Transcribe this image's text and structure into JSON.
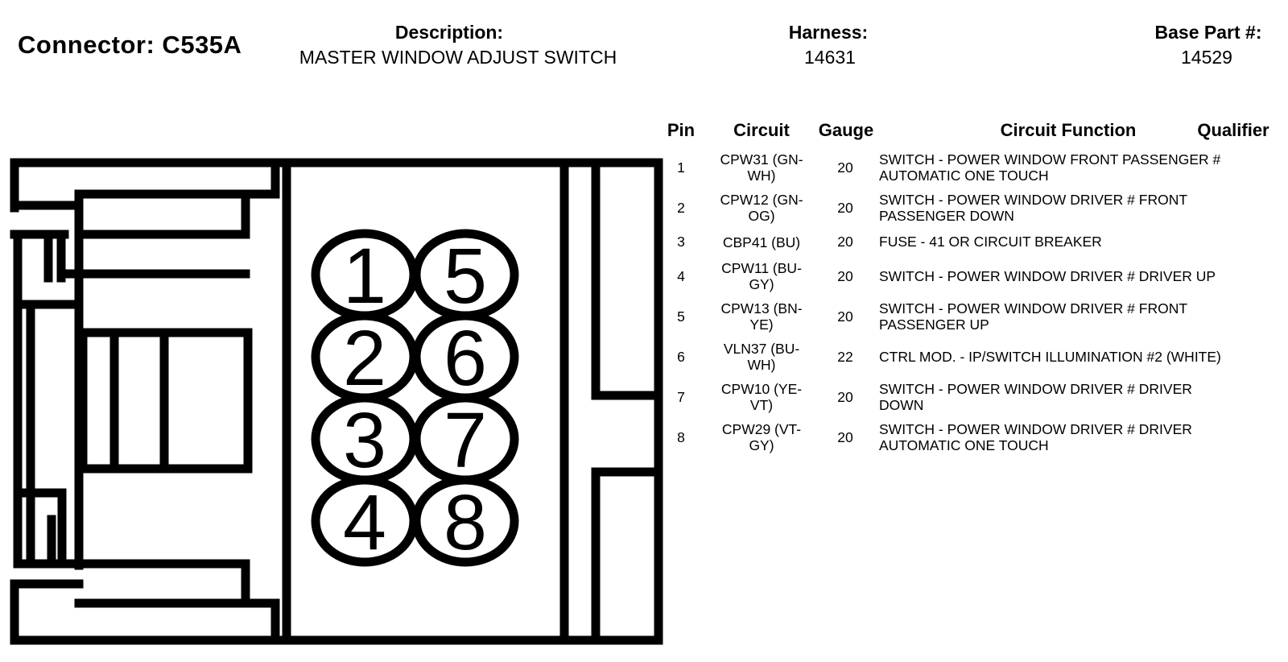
{
  "header": {
    "connector_label": "Connector: C535A",
    "description_label": "Description:",
    "description_value": "MASTER WINDOW ADJUST SWITCH",
    "harness_label": "Harness:",
    "harness_value": "14631",
    "base_part_label": "Base Part #:",
    "base_part_value": "14529"
  },
  "table": {
    "columns": [
      "Pin",
      "Circuit",
      "Gauge",
      "Circuit Function",
      "Qualifier"
    ],
    "rows": [
      {
        "pin": "1",
        "circuit": [
          "CPW31 (GN-",
          "WH)"
        ],
        "gauge": "20",
        "function": [
          "SWITCH - POWER WINDOW FRONT PASSENGER #",
          "AUTOMATIC ONE TOUCH"
        ],
        "qualifier": ""
      },
      {
        "pin": "2",
        "circuit": [
          "CPW12 (GN-",
          "OG)"
        ],
        "gauge": "20",
        "function": [
          "SWITCH - POWER WINDOW DRIVER # FRONT",
          "PASSENGER DOWN"
        ],
        "qualifier": ""
      },
      {
        "pin": "3",
        "circuit": [
          "CBP41 (BU)"
        ],
        "gauge": "20",
        "function": [
          "FUSE - 41 OR CIRCUIT BREAKER"
        ],
        "qualifier": ""
      },
      {
        "pin": "4",
        "circuit": [
          "CPW11 (BU-",
          "GY)"
        ],
        "gauge": "20",
        "function": [
          "SWITCH - POWER WINDOW DRIVER # DRIVER UP"
        ],
        "qualifier": ""
      },
      {
        "pin": "5",
        "circuit": [
          "CPW13 (BN-",
          "YE)"
        ],
        "gauge": "20",
        "function": [
          "SWITCH - POWER WINDOW DRIVER # FRONT",
          "PASSENGER UP"
        ],
        "qualifier": ""
      },
      {
        "pin": "6",
        "circuit": [
          "VLN37 (BU-",
          "WH)"
        ],
        "gauge": "22",
        "function": [
          "CTRL MOD. - IP/SWITCH ILLUMINATION #2 (WHITE)"
        ],
        "qualifier": ""
      },
      {
        "pin": "7",
        "circuit": [
          "CPW10 (YE-",
          "VT)"
        ],
        "gauge": "20",
        "function": [
          "SWITCH - POWER WINDOW DRIVER # DRIVER",
          "DOWN"
        ],
        "qualifier": ""
      },
      {
        "pin": "8",
        "circuit": [
          "CPW29 (VT-",
          "GY)"
        ],
        "gauge": "20",
        "function": [
          "SWITCH - POWER WINDOW DRIVER # DRIVER",
          "AUTOMATIC ONE TOUCH"
        ],
        "qualifier": ""
      }
    ]
  },
  "diagram": {
    "pins": [
      "1",
      "2",
      "3",
      "4",
      "5",
      "6",
      "7",
      "8"
    ],
    "line_color": "#000000",
    "background": "#ffffff"
  }
}
